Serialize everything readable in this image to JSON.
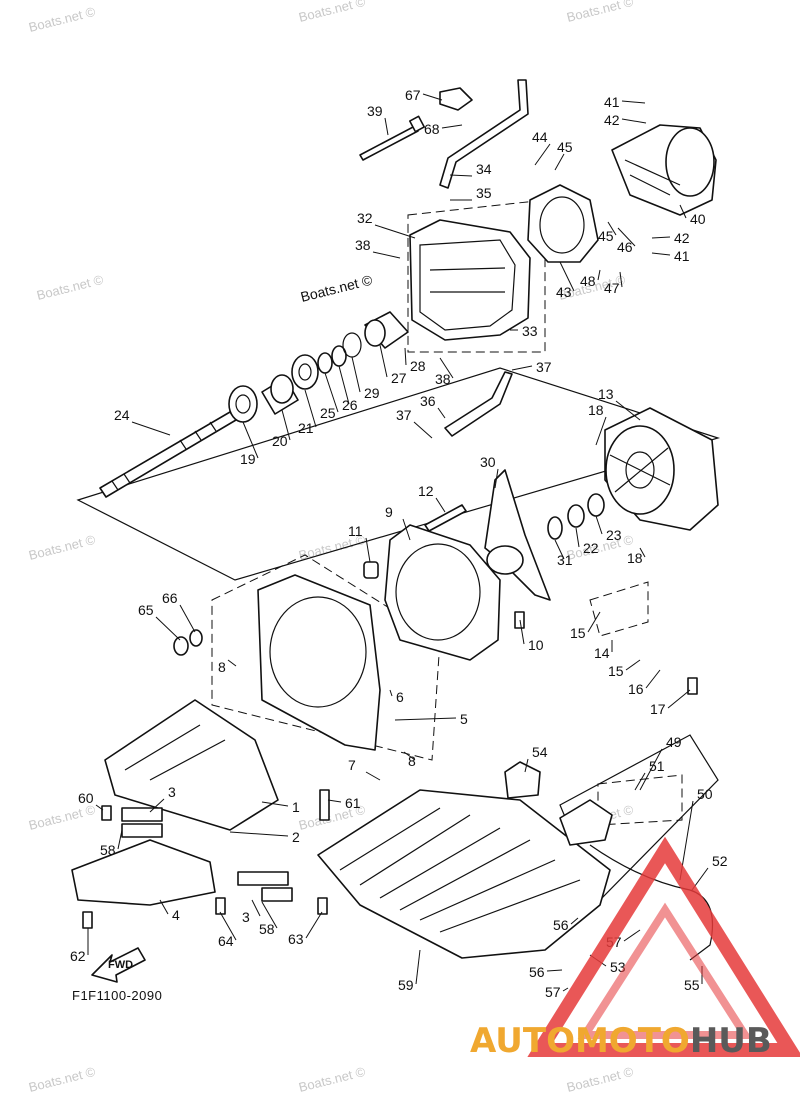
{
  "diagram": {
    "code": "F1F1100-2090",
    "fwd_label": "FWD",
    "watermark": "Boats.net ©",
    "inline_watermark": "Boats.net ©",
    "brand": {
      "part1": "AUTOMOTO",
      "part2": "HUB",
      "accent": "#f0a830",
      "dark": "#5a5a5a",
      "triangle": "#e5393a"
    },
    "callouts": [
      "1",
      "2",
      "3",
      "3",
      "4",
      "5",
      "6",
      "7",
      "8",
      "8",
      "9",
      "10",
      "11",
      "12",
      "13",
      "14",
      "15",
      "15",
      "16",
      "17",
      "18",
      "18",
      "19",
      "20",
      "21",
      "22",
      "23",
      "24",
      "25",
      "26",
      "27",
      "28",
      "29",
      "30",
      "31",
      "32",
      "33",
      "34",
      "35",
      "36",
      "37",
      "37",
      "38",
      "38",
      "39",
      "40",
      "41",
      "41",
      "42",
      "42",
      "43",
      "44",
      "45",
      "45",
      "46",
      "47",
      "48",
      "49",
      "50",
      "51",
      "52",
      "53",
      "54",
      "55",
      "56",
      "56",
      "57",
      "57",
      "58",
      "58",
      "59",
      "60",
      "61",
      "62",
      "63",
      "64",
      "65",
      "66",
      "67",
      "68"
    ]
  }
}
